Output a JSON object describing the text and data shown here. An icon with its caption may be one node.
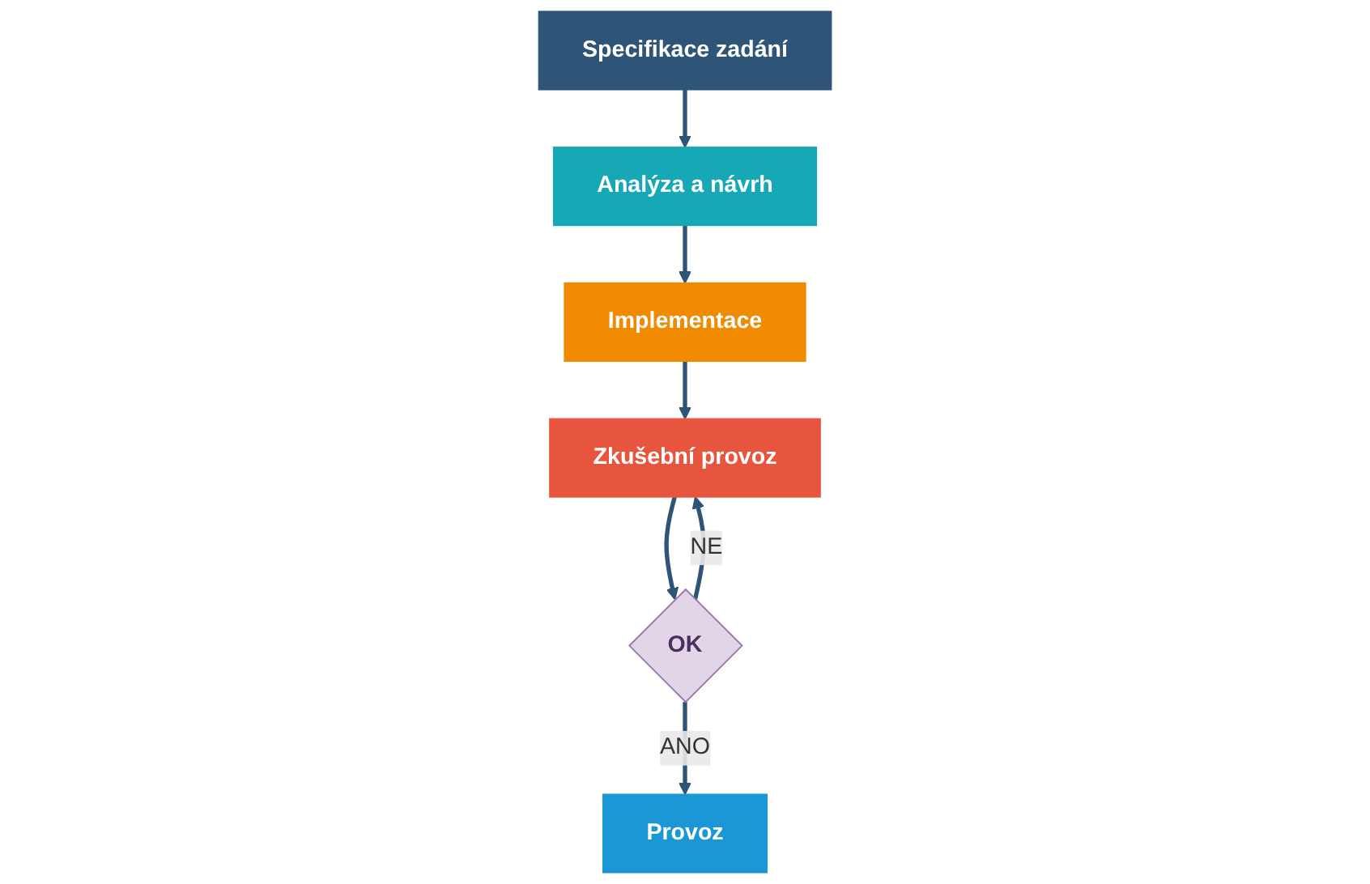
{
  "diagram": {
    "nodes": [
      {
        "text": [
          "Specifikace zadání"
        ]
      },
      {
        "text": [
          "Analýza a návrh"
        ]
      },
      {
        "text": [
          "Implementace"
        ]
      },
      {
        "text": [
          "Zkušební provoz"
        ]
      },
      {
        "text": [
          "OK"
        ]
      },
      {
        "text": [
          "Provoz"
        ]
      }
    ],
    "edges": [
      {
        "from": 0,
        "to": 1,
        "arrow": "to"
      },
      {
        "from": 1,
        "to": 2,
        "arrow": "to"
      },
      {
        "from": 2,
        "to": 3,
        "arrow": "to"
      },
      {
        "from": 3,
        "to": 4,
        "arrow": "to"
      },
      {
        "from": 4,
        "to": 3,
        "label": "NE",
        "arrow": "to"
      },
      {
        "from": 4,
        "to": 5,
        "label": "ANO",
        "arrow": "to"
      }
    ]
  }
}
